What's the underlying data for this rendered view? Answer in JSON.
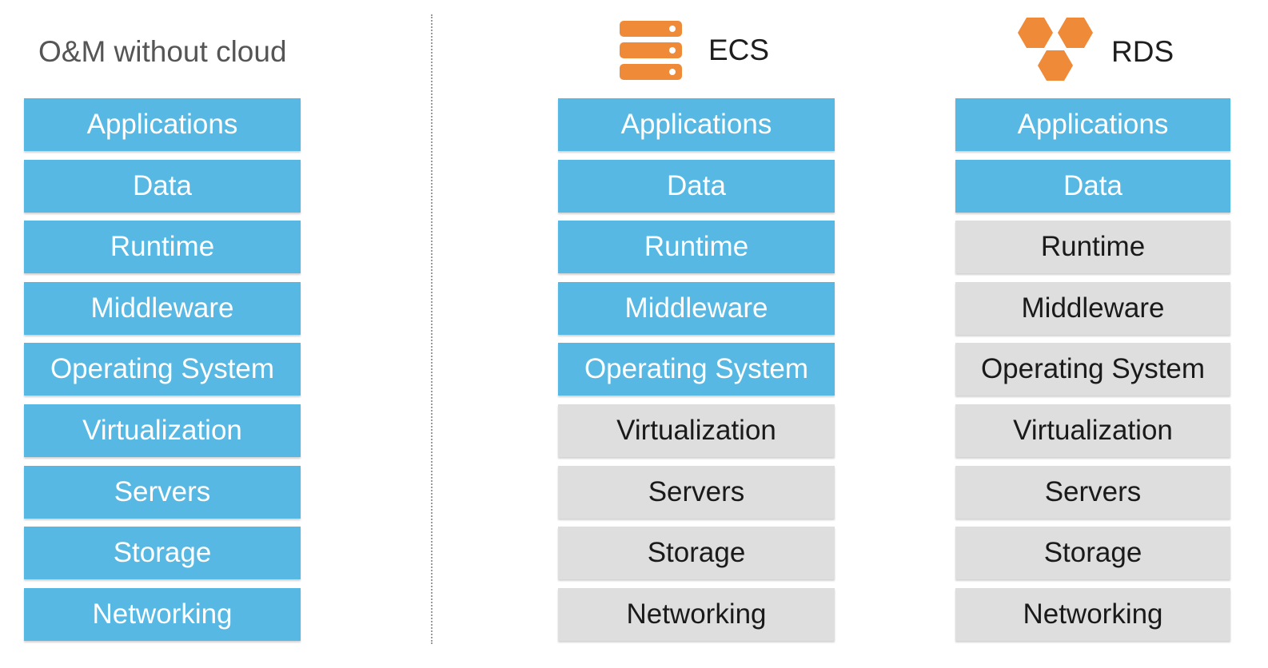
{
  "columns": {
    "no_cloud": {
      "title": "O&M without cloud",
      "layers": [
        {
          "label": "Applications",
          "state": "managed"
        },
        {
          "label": "Data",
          "state": "managed"
        },
        {
          "label": "Runtime",
          "state": "managed"
        },
        {
          "label": "Middleware",
          "state": "managed"
        },
        {
          "label": "Operating System",
          "state": "managed"
        },
        {
          "label": "Virtualization",
          "state": "managed"
        },
        {
          "label": "Servers",
          "state": "managed"
        },
        {
          "label": "Storage",
          "state": "managed"
        },
        {
          "label": "Networking",
          "state": "managed"
        }
      ]
    },
    "ecs": {
      "title": "ECS",
      "icon": "server-stack-icon",
      "layers": [
        {
          "label": "Applications",
          "state": "managed"
        },
        {
          "label": "Data",
          "state": "managed"
        },
        {
          "label": "Runtime",
          "state": "managed"
        },
        {
          "label": "Middleware",
          "state": "managed"
        },
        {
          "label": "Operating System",
          "state": "managed"
        },
        {
          "label": "Virtualization",
          "state": "provided"
        },
        {
          "label": "Servers",
          "state": "provided"
        },
        {
          "label": "Storage",
          "state": "provided"
        },
        {
          "label": "Networking",
          "state": "provided"
        }
      ]
    },
    "rds": {
      "title": "RDS",
      "icon": "hexagon-cluster-icon",
      "layers": [
        {
          "label": "Applications",
          "state": "managed"
        },
        {
          "label": "Data",
          "state": "managed"
        },
        {
          "label": "Runtime",
          "state": "provided"
        },
        {
          "label": "Middleware",
          "state": "provided"
        },
        {
          "label": "Operating System",
          "state": "provided"
        },
        {
          "label": "Virtualization",
          "state": "provided"
        },
        {
          "label": "Servers",
          "state": "provided"
        },
        {
          "label": "Storage",
          "state": "provided"
        },
        {
          "label": "Networking",
          "state": "provided"
        }
      ]
    }
  },
  "colors": {
    "managed": "#56b8e3",
    "provided": "#dedede",
    "icon_orange": "#ef8a38"
  }
}
